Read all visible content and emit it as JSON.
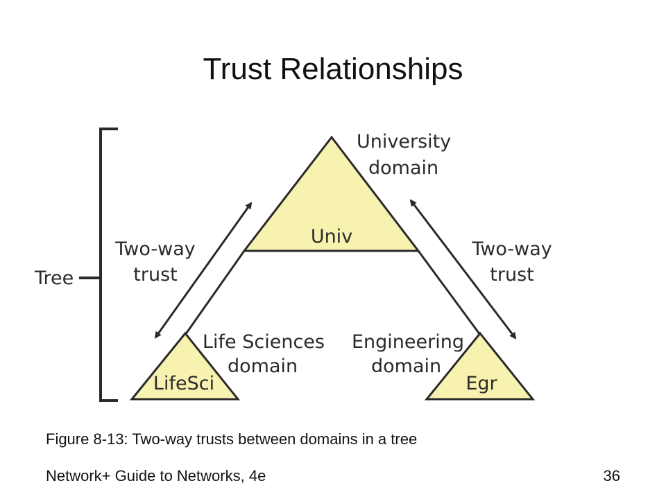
{
  "slide": {
    "title": "Trust Relationships",
    "caption": "Figure 8-13: Two-way trusts between domains in a tree",
    "footer_left": "Network+ Guide to Networks, 4e",
    "page_number": "36"
  },
  "diagram": {
    "tree_label": "Tree",
    "univ": {
      "label": "Univ",
      "caption_line1": "University",
      "caption_line2": "domain"
    },
    "lifesci": {
      "label": "LifeSci",
      "caption_line1": "Life Sciences",
      "caption_line2": "domain"
    },
    "egr": {
      "label": "Egr",
      "caption_line1": "Engineering",
      "caption_line2": "domain"
    },
    "trust_left": {
      "line1": "Two-way",
      "line2": "trust"
    },
    "trust_right": {
      "line1": "Two-way",
      "line2": "trust"
    },
    "colors": {
      "triangle_fill": "#f8f2b0",
      "stroke": "#2a2a2a"
    }
  }
}
